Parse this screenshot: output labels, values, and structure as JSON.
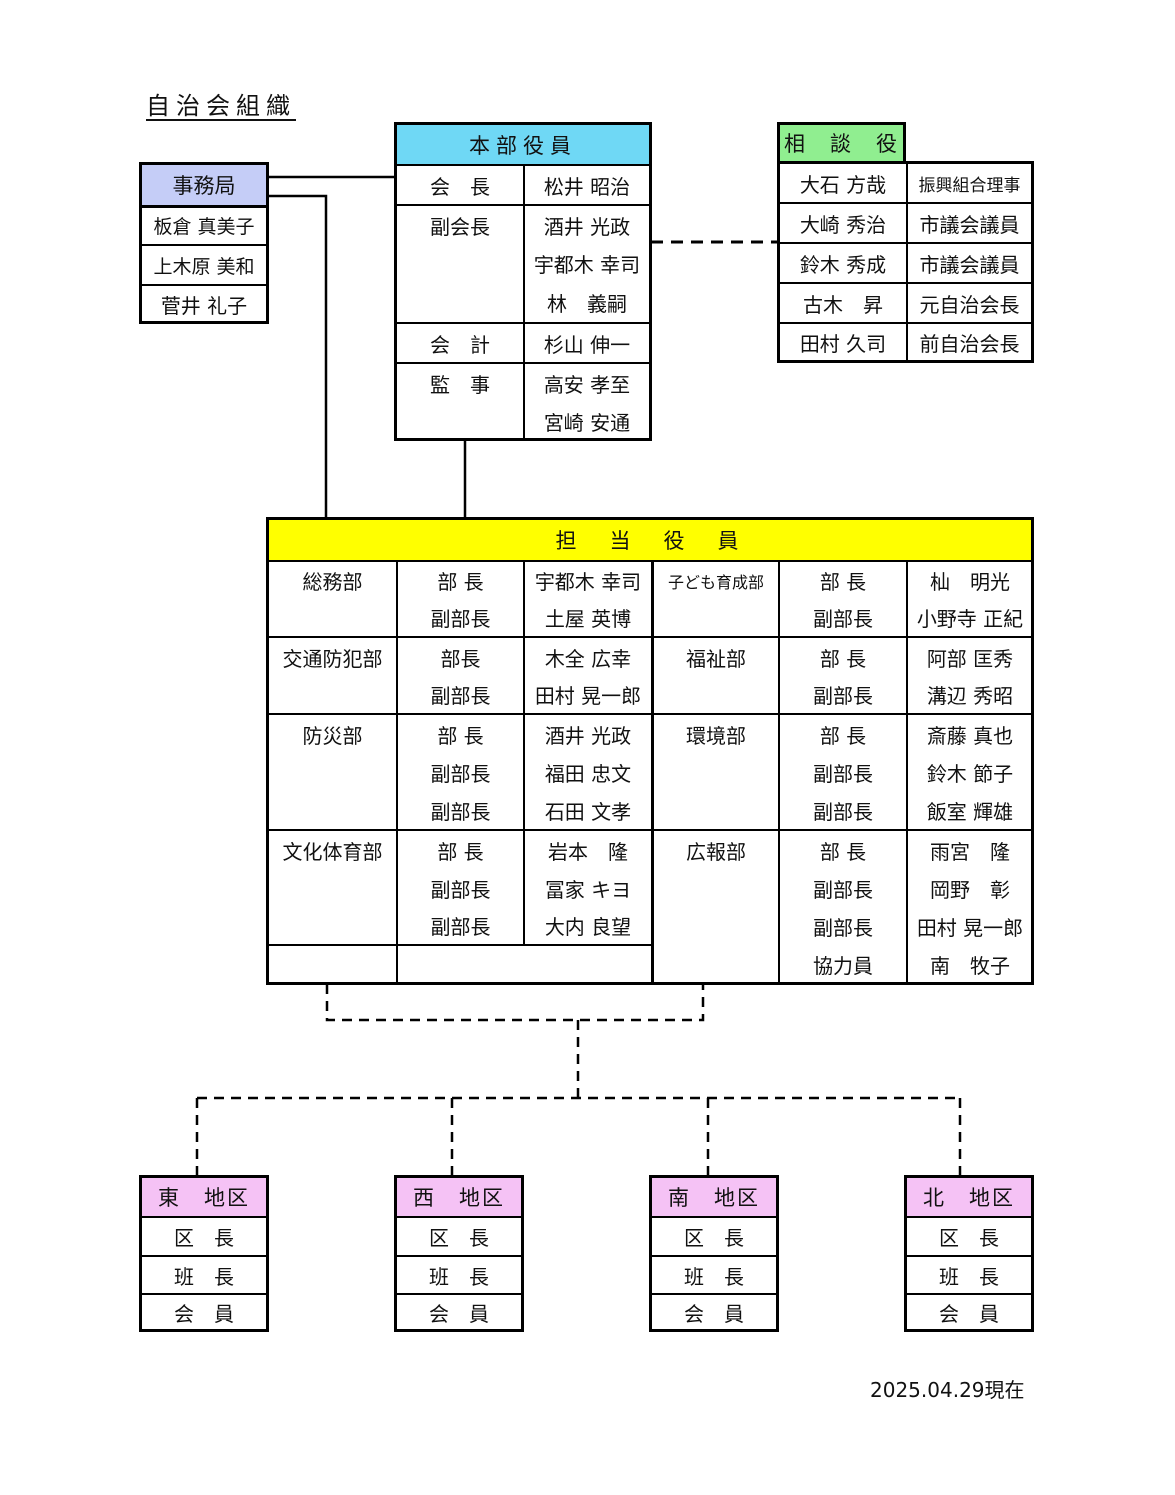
{
  "title": "自治会組織",
  "date_note": "2025.04.29現在",
  "colors": {
    "honbu_header": "#6fd8f5",
    "soudan_header": "#90ee90",
    "jimu_header": "#c5cdf7",
    "tantou_header": "#ffff00",
    "chiku_header": "#f5c2f5"
  },
  "jimukyoku": {
    "header": "事務局",
    "members": [
      "板倉 真美子",
      "上木原 美和",
      "菅井 礼子"
    ]
  },
  "honbu": {
    "header": "本部役員",
    "rows": [
      {
        "role": "会　長",
        "names": [
          "松井 昭治"
        ]
      },
      {
        "role": "副会長",
        "names": [
          "酒井 光政",
          "宇都木 幸司",
          "林　義嗣"
        ]
      },
      {
        "role": "会　計",
        "names": [
          "杉山 伸一"
        ]
      },
      {
        "role": "監　事",
        "names": [
          "高安 孝至",
          "宮崎 安通"
        ]
      }
    ]
  },
  "soudan": {
    "header": "相　談　役",
    "rows": [
      {
        "name": "大石 方哉",
        "title": "振興組合理事"
      },
      {
        "name": "大崎 秀治",
        "title": "市議会議員"
      },
      {
        "name": "鈴木 秀成",
        "title": "市議会議員"
      },
      {
        "name": "古木　昇",
        "title": "元自治会長"
      },
      {
        "name": "田村 久司",
        "title": "前自治会長"
      }
    ]
  },
  "tantou": {
    "header": "担　当　役　員",
    "left": [
      {
        "dept": "総務部",
        "members": [
          {
            "role": "部 長",
            "name": "宇都木 幸司"
          },
          {
            "role": "副部長",
            "name": "土屋 英博"
          }
        ]
      },
      {
        "dept": "交通防犯部",
        "members": [
          {
            "role": "部長",
            "name": "木全 広幸"
          },
          {
            "role": "副部長",
            "name": "田村 晃一郎"
          }
        ]
      },
      {
        "dept": "防災部",
        "members": [
          {
            "role": "部 長",
            "name": "酒井 光政"
          },
          {
            "role": "副部長",
            "name": "福田 忠文"
          },
          {
            "role": "副部長",
            "name": "石田 文孝"
          }
        ]
      },
      {
        "dept": "文化体育部",
        "members": [
          {
            "role": "部 長",
            "name": "岩本　隆"
          },
          {
            "role": "副部長",
            "name": "冨家 キヨ"
          },
          {
            "role": "副部長",
            "name": "大内 良望"
          }
        ]
      }
    ],
    "right": [
      {
        "dept": "子ども育成部",
        "members": [
          {
            "role": "部 長",
            "name": "杣　明光"
          },
          {
            "role": "副部長",
            "name": "小野寺 正紀"
          }
        ]
      },
      {
        "dept": "福祉部",
        "members": [
          {
            "role": "部 長",
            "name": "阿部 匡秀"
          },
          {
            "role": "副部長",
            "name": "溝辺 秀昭"
          }
        ]
      },
      {
        "dept": "環境部",
        "members": [
          {
            "role": "部 長",
            "name": "斎藤 真也"
          },
          {
            "role": "副部長",
            "name": "鈴木 節子"
          },
          {
            "role": "副部長",
            "name": "飯室 輝雄"
          }
        ]
      },
      {
        "dept": "広報部",
        "members": [
          {
            "role": "部 長",
            "name": "雨宮　隆"
          },
          {
            "role": "副部長",
            "name": "岡野　彰"
          },
          {
            "role": "副部長",
            "name": "田村 晃一郎"
          },
          {
            "role": "協力員",
            "name": "南　牧子"
          }
        ]
      }
    ]
  },
  "districts": [
    {
      "header": "東　地区",
      "roles": [
        "区　長",
        "班　長",
        "会　員"
      ]
    },
    {
      "header": "西　地区",
      "roles": [
        "区　長",
        "班　長",
        "会　員"
      ]
    },
    {
      "header": "南　地区",
      "roles": [
        "区　長",
        "班　長",
        "会　員"
      ]
    },
    {
      "header": "北　地区",
      "roles": [
        "区　長",
        "班　長",
        "会　員"
      ]
    }
  ]
}
